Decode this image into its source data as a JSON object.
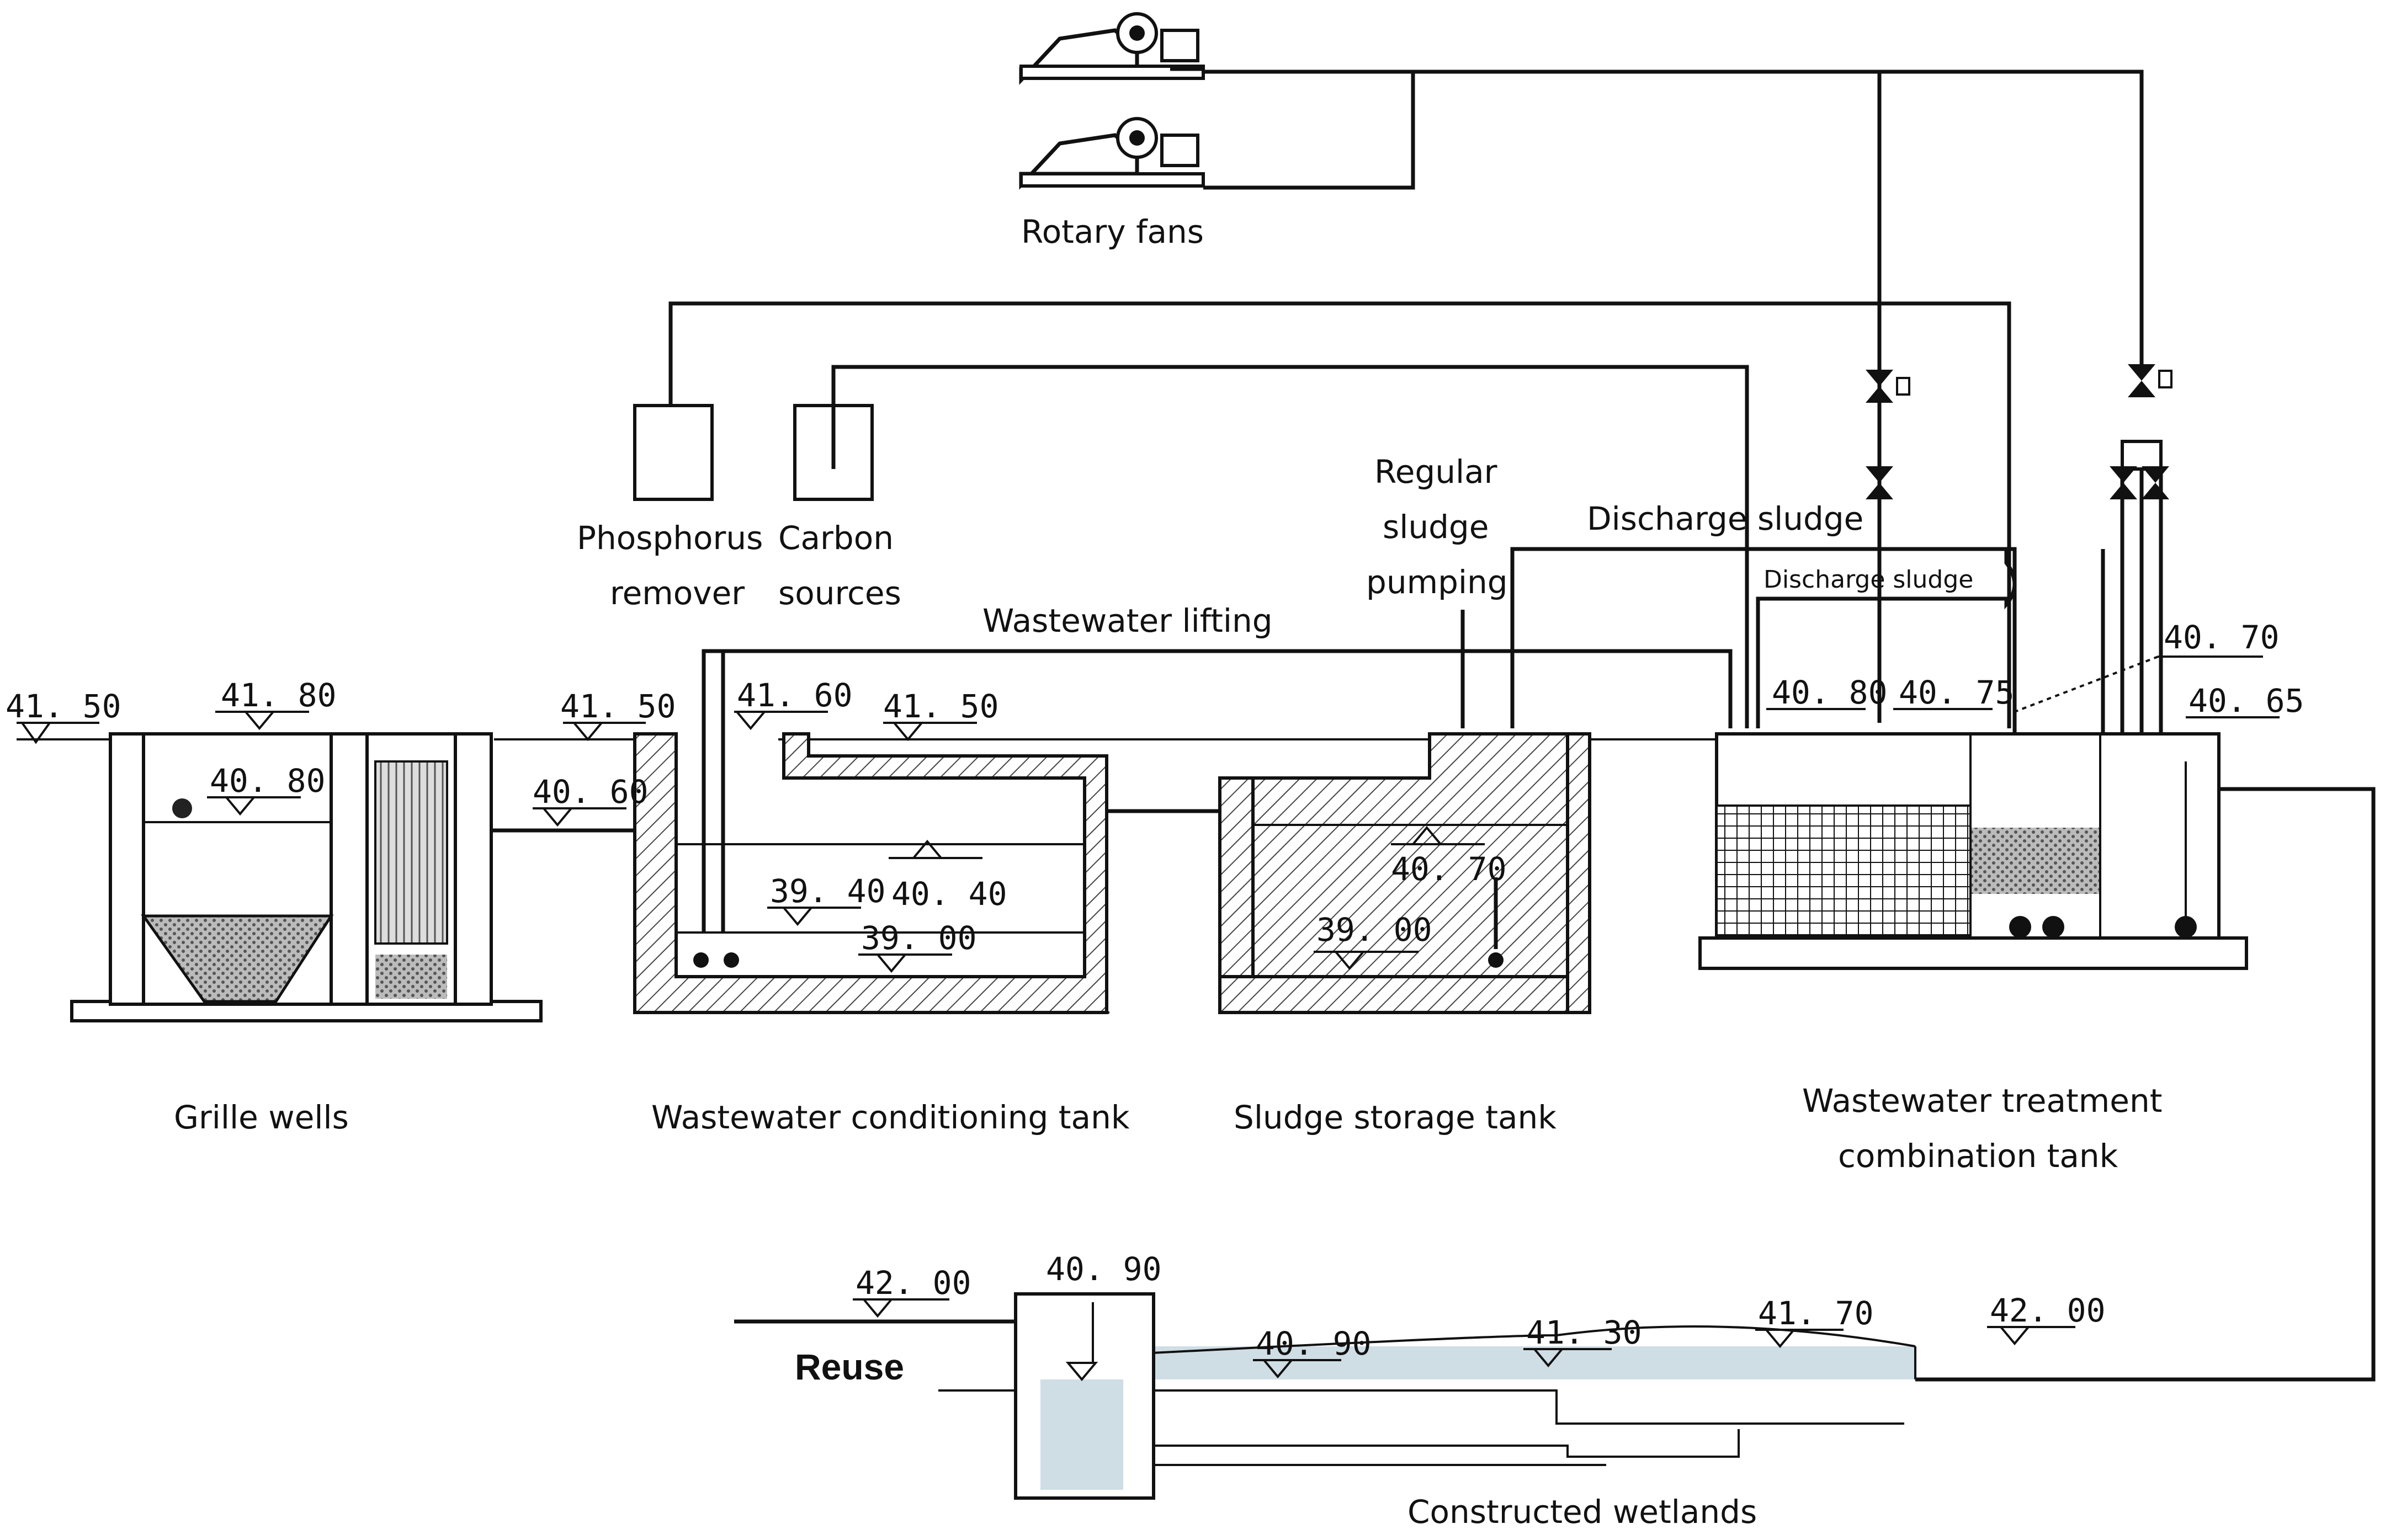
{
  "labels": {
    "rotary_fans": "Rotary fans",
    "phosphorus_remover_1": "Phosphorus",
    "phosphorus_remover_2": "remover",
    "carbon_sources_1": "Carbon",
    "carbon_sources_2": "sources",
    "regular_sludge_1": "Regular",
    "regular_sludge_2": "sludge",
    "regular_sludge_3": "pumping",
    "discharge_sludge_main": "Discharge sludge",
    "discharge_sludge_inner": "Discharge sludge",
    "wastewater_lifting": "Wastewater lifting",
    "grille_wells": "Grille wells",
    "conditioning_tank": "Wastewater conditioning tank",
    "sludge_storage_tank": "Sludge storage tank",
    "treatment_tank_1": "Wastewater treatment",
    "treatment_tank_2": "combination tank",
    "constructed_wetlands": "Constructed wetlands",
    "reuse": "Reuse"
  },
  "elevations": {
    "ground_left": "41. 50",
    "grille_top": "41. 80",
    "grille_water": "40. 80",
    "ground_mid": "41. 50",
    "inlet": "40. 60",
    "cond_top": "41. 60",
    "cond_ground": "41. 50",
    "cond_low": "39. 40",
    "cond_high": "40. 40",
    "cond_bottom": "39. 00",
    "sludge_water": "40. 70",
    "sludge_bottom": "39. 00",
    "treat_a": "40. 80",
    "treat_b": "40. 75",
    "treat_c": "40. 70",
    "treat_d": "40. 65",
    "wet_reuse_level": "42. 00",
    "wet_well": "40. 90",
    "wet_1": "40. 90",
    "wet_2": "41. 30",
    "wet_3": "41. 70",
    "wet_4": "42. 00"
  }
}
